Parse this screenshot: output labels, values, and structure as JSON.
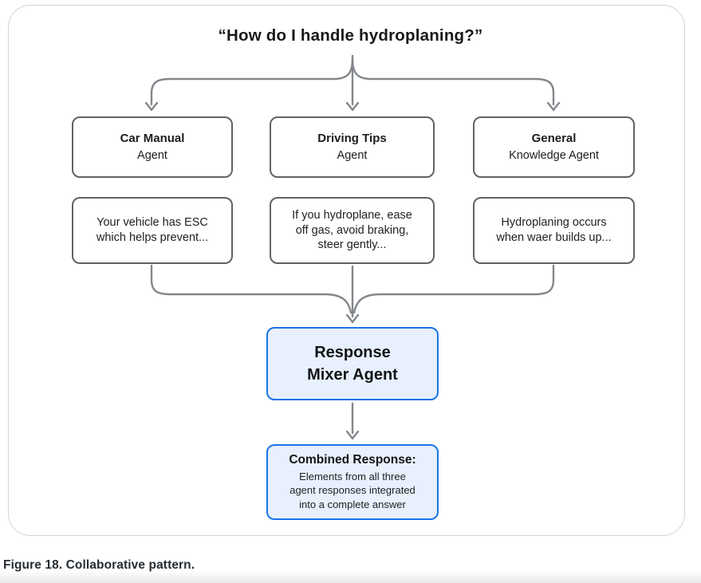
{
  "figure": {
    "query": "“How do I handle hydroplaning?”",
    "agents": [
      {
        "name_line1": "Car Manual",
        "name_line2": "Agent",
        "response": "Your vehicle has ESC\nwhich helps prevent..."
      },
      {
        "name_line1": "Driving Tips",
        "name_line2": "Agent",
        "response": "If you hydroplane, ease\noff gas, avoid braking,\nsteer gently..."
      },
      {
        "name_line1": "General",
        "name_line2": "Knowledge Agent",
        "response": "Hydroplaning occurs\nwhen waer builds up..."
      }
    ],
    "mixer": {
      "label": "Response\nMixer Agent"
    },
    "combined": {
      "title": "Combined Response:",
      "body": "Elements from all three\nagent responses integrated\ninto a complete answer"
    },
    "caption": "Figure 18. Collaborative pattern."
  },
  "colors": {
    "agent_box_border": "#5f6368",
    "arrow_gray": "#82878c",
    "highlight_border": "#1a73e8",
    "highlight_fill": "#e8f0fe",
    "frame_border": "#d3d3d8",
    "text": "#1b1c1e"
  }
}
